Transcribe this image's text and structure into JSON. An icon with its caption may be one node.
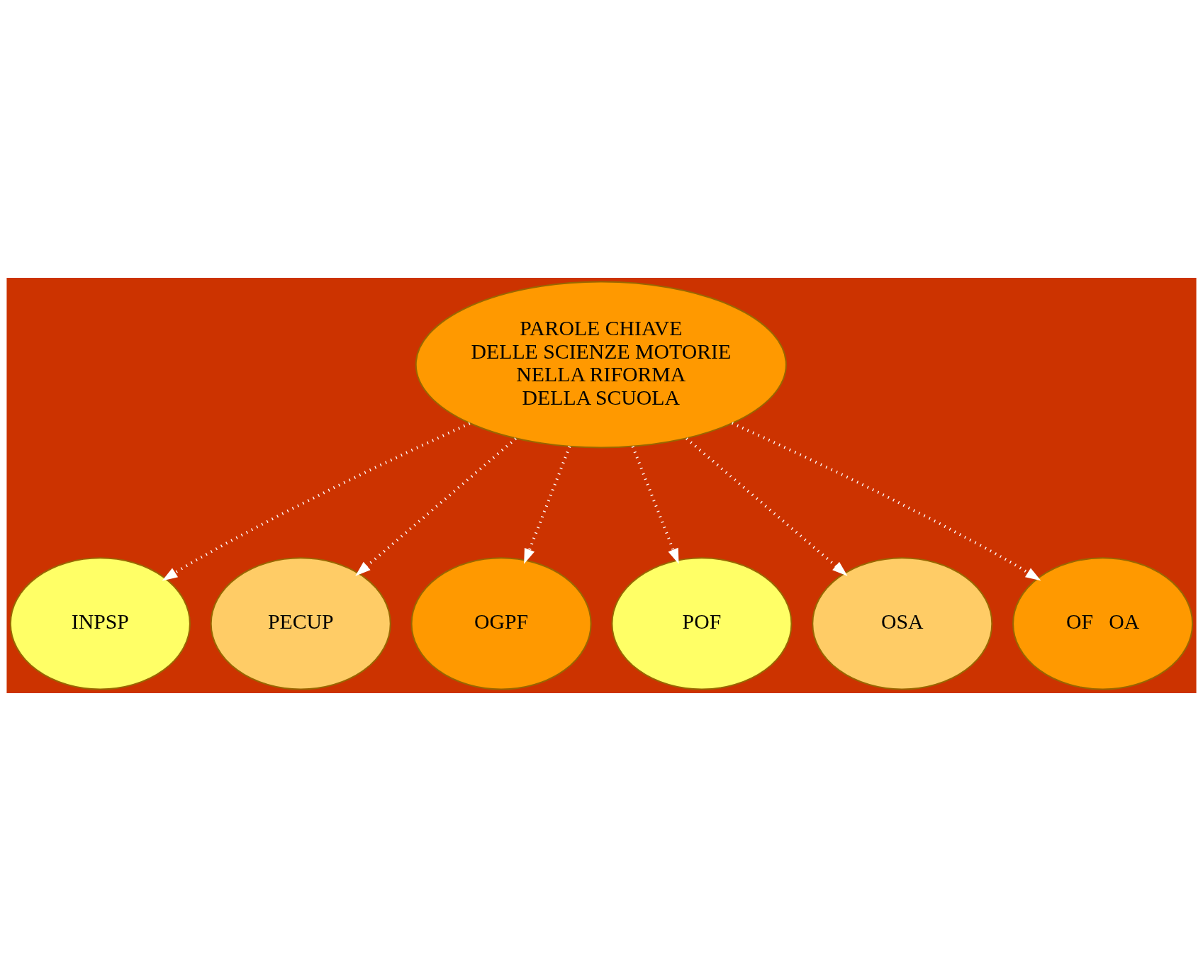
{
  "diagram": {
    "nodes": [
      {
        "text": [
          "PAROLE CHIAVE DELLE SCIENZE MOTORIE NELLA RIFORMA DELLA SCUOLA"
        ]
      },
      {
        "text": [
          "INPSP"
        ]
      },
      {
        "text": [
          "PECUP"
        ]
      },
      {
        "text": [
          "OGPF"
        ]
      },
      {
        "text": [
          "POF"
        ]
      },
      {
        "text": [
          "OSA"
        ]
      },
      {
        "text": [
          "OF   OA"
        ]
      }
    ],
    "edges": [
      {
        "from": 0,
        "to": 1,
        "arrow": "to",
        "style": "dashed"
      },
      {
        "from": 0,
        "to": 2,
        "arrow": "to",
        "style": "dashed"
      },
      {
        "from": 0,
        "to": 3,
        "arrow": "to",
        "style": "dashed"
      },
      {
        "from": 0,
        "to": 4,
        "arrow": "to",
        "style": "dashed"
      },
      {
        "from": 0,
        "to": 5,
        "arrow": "to",
        "style": "dashed"
      },
      {
        "from": 0,
        "to": 6,
        "arrow": "to",
        "style": "dashed"
      }
    ]
  }
}
